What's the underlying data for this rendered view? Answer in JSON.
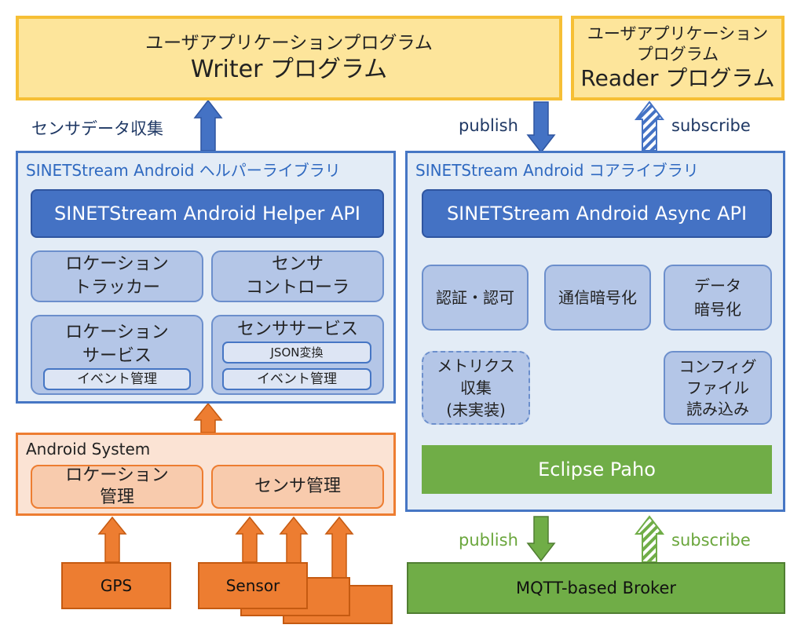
{
  "writer": {
    "line1": "ユーザアプリケーションプログラム",
    "line2": "Writer プログラム"
  },
  "reader": {
    "line1": "ユーザアプリケーション",
    "line2": "プログラム",
    "line3": "Reader プログラム"
  },
  "arrow_labels": {
    "sensor_collect": "センサデータ収集",
    "publish_top": "publish",
    "subscribe_top": "subscribe",
    "publish_bottom": "publish",
    "subscribe_bottom": "subscribe"
  },
  "helper_lib": {
    "caption": "SINETStream Android ヘルパーライブラリ",
    "api": "SINETStream Android Helper API",
    "location_tracker": {
      "l1": "ロケーション",
      "l2": "トラッカー"
    },
    "sensor_controller": {
      "l1": "センサ",
      "l2": "コントローラ"
    },
    "location_service": {
      "l1": "ロケーション",
      "l2": "サービス",
      "event": "イベント管理"
    },
    "sensor_service": {
      "title": "センササービス",
      "json": "JSON変換",
      "event": "イベント管理"
    }
  },
  "core_lib": {
    "caption": "SINETStream Android コアライブラリ",
    "api": "SINETStream Android Async API",
    "auth": "認証・認可",
    "comm_crypto": "通信暗号化",
    "data_crypto": {
      "l1": "データ",
      "l2": "暗号化"
    },
    "metrics": {
      "l1": "メトリクス",
      "l2": "収集",
      "l3": "(未実装)"
    },
    "config": {
      "l1": "コンフィグ",
      "l2": "ファイル",
      "l3": "読み込み"
    },
    "paho": "Eclipse Paho"
  },
  "android_system": {
    "caption": "Android System",
    "location_mgmt": {
      "l1": "ロケーション",
      "l2": "管理"
    },
    "sensor_mgmt": "センサ管理"
  },
  "devices": {
    "gps": "GPS",
    "sensor": "Sensor"
  },
  "broker": "MQTT-based Broker",
  "colors": {
    "yellow_fill": "#fde59b",
    "yellow_border": "#f6bf35",
    "blue_fill": "#e3ecf6",
    "blue_border": "#4676c4",
    "api_blue": "#4472c4",
    "module_blue": "#b4c6e7",
    "orange": "#ed7d31",
    "orange_light": "#fbe3d4",
    "green": "#70ad47"
  }
}
